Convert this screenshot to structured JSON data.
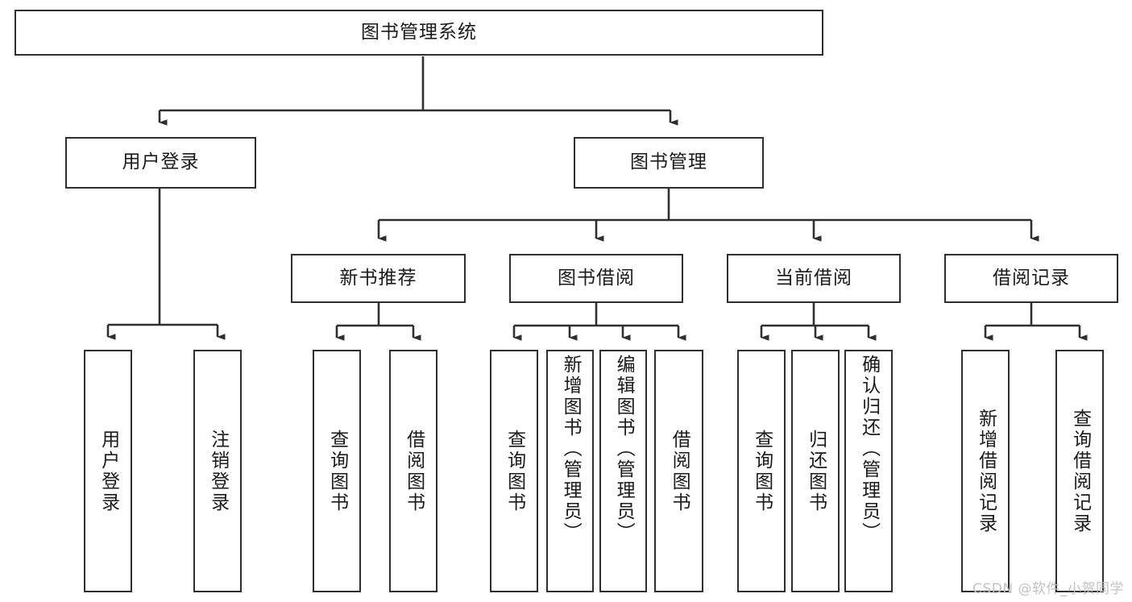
{
  "diagram": {
    "type": "tree-hierarchy-chart",
    "title": "图书管理系统",
    "line_color": "#2f2f2f",
    "box_fill": "#ffffff",
    "text_color": "#1a1a1a",
    "watermark": "CSDN @软件_小贺同学",
    "nodes": {
      "root": {
        "label": "图书管理系统",
        "level": 0
      },
      "user_login": {
        "label": "用户登录",
        "level": 1
      },
      "book_manage": {
        "label": "图书管理",
        "level": 1
      },
      "new_book_rec": {
        "label": "新书推荐",
        "level": 2
      },
      "book_borrow": {
        "label": "图书借阅",
        "level": 2
      },
      "current_borrow": {
        "label": "当前借阅",
        "level": 2
      },
      "borrow_record": {
        "label": "借阅记录",
        "level": 2
      },
      "leaf_user_login": {
        "label": "用户登录",
        "level": 3
      },
      "leaf_logout": {
        "label": "注销登录",
        "level": 3
      },
      "leaf_query_book_1": {
        "label": "查询图书",
        "level": 3
      },
      "leaf_borrow_book_1": {
        "label": "借阅图书",
        "level": 3
      },
      "leaf_query_book_2": {
        "label": "查询图书",
        "level": 3
      },
      "leaf_add_book": {
        "label": "新增图书（管理员）",
        "level": 3
      },
      "leaf_edit_book": {
        "label": "编辑图书（管理员）",
        "level": 3
      },
      "leaf_borrow_book_2": {
        "label": "借阅图书",
        "level": 3
      },
      "leaf_query_book_3": {
        "label": "查询图书",
        "level": 3
      },
      "leaf_return_book": {
        "label": "归还图书",
        "level": 3
      },
      "leaf_confirm_return": {
        "label": "确认归还（管理员）",
        "level": 3
      },
      "leaf_add_record": {
        "label": "新增借阅记录",
        "level": 3
      },
      "leaf_query_record": {
        "label": "查询借阅记录",
        "level": 3
      }
    },
    "edges": [
      {
        "from": "root",
        "to": "user_login"
      },
      {
        "from": "root",
        "to": "book_manage"
      },
      {
        "from": "user_login",
        "to": "leaf_user_login"
      },
      {
        "from": "user_login",
        "to": "leaf_logout"
      },
      {
        "from": "book_manage",
        "to": "new_book_rec"
      },
      {
        "from": "book_manage",
        "to": "book_borrow"
      },
      {
        "from": "book_manage",
        "to": "current_borrow"
      },
      {
        "from": "book_manage",
        "to": "borrow_record"
      },
      {
        "from": "new_book_rec",
        "to": "leaf_query_book_1"
      },
      {
        "from": "new_book_rec",
        "to": "leaf_borrow_book_1"
      },
      {
        "from": "book_borrow",
        "to": "leaf_query_book_2"
      },
      {
        "from": "book_borrow",
        "to": "leaf_add_book"
      },
      {
        "from": "book_borrow",
        "to": "leaf_edit_book"
      },
      {
        "from": "book_borrow",
        "to": "leaf_borrow_book_2"
      },
      {
        "from": "current_borrow",
        "to": "leaf_query_book_3"
      },
      {
        "from": "current_borrow",
        "to": "leaf_return_book"
      },
      {
        "from": "current_borrow",
        "to": "leaf_confirm_return"
      },
      {
        "from": "borrow_record",
        "to": "leaf_add_record"
      },
      {
        "from": "borrow_record",
        "to": "leaf_query_record"
      }
    ]
  }
}
